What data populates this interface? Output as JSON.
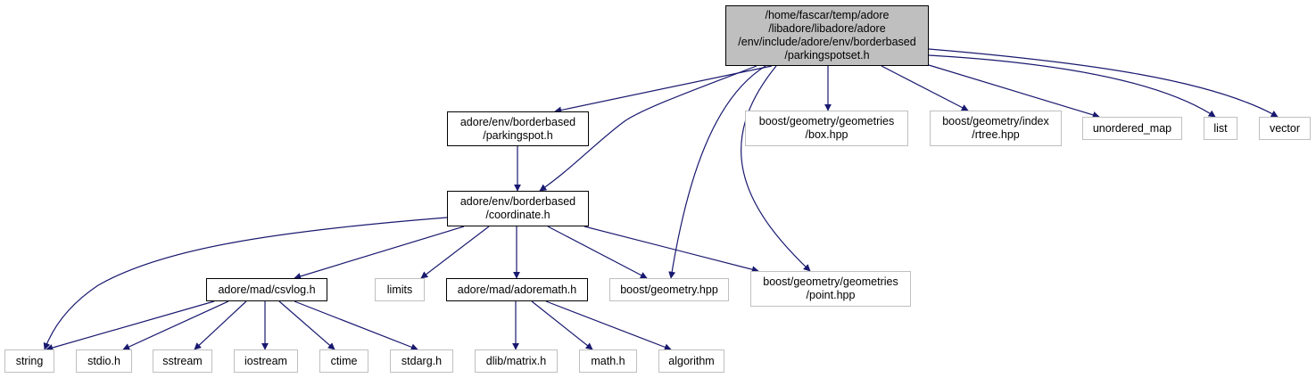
{
  "diagram": {
    "nodes": {
      "root": "/home/fascar/temp/adore\n/libadore/libadore/adore\n/env/include/adore/env/borderbased\n/parkingspotset.h",
      "parkingspot": "adore/env/borderbased\n/parkingspot.h",
      "coordinate": "adore/env/borderbased\n/coordinate.h",
      "box": "boost/geometry/geometries\n/box.hpp",
      "rtree": "boost/geometry/index\n/rtree.hpp",
      "unordered_map": "unordered_map",
      "list": "list",
      "vector": "vector",
      "csvlog": "adore/mad/csvlog.h",
      "limits": "limits",
      "adoremath": "adore/mad/adoremath.h",
      "geometry": "boost/geometry.hpp",
      "point": "boost/geometry/geometries\n/point.hpp",
      "string": "string",
      "stdio": "stdio.h",
      "sstream": "sstream",
      "iostream": "iostream",
      "ctime": "ctime",
      "stdarg": "stdarg.h",
      "dlib_matrix": "dlib/matrix.h",
      "math": "math.h",
      "algorithm": "algorithm"
    },
    "edges": [
      [
        "root",
        "parkingspot"
      ],
      [
        "root",
        "coordinate"
      ],
      [
        "root",
        "geometry"
      ],
      [
        "root",
        "point"
      ],
      [
        "root",
        "box"
      ],
      [
        "root",
        "rtree"
      ],
      [
        "root",
        "unordered_map"
      ],
      [
        "root",
        "list"
      ],
      [
        "root",
        "vector"
      ],
      [
        "parkingspot",
        "coordinate"
      ],
      [
        "coordinate",
        "string"
      ],
      [
        "coordinate",
        "csvlog"
      ],
      [
        "coordinate",
        "limits"
      ],
      [
        "coordinate",
        "adoremath"
      ],
      [
        "coordinate",
        "geometry"
      ],
      [
        "coordinate",
        "point"
      ],
      [
        "csvlog",
        "string"
      ],
      [
        "csvlog",
        "stdio"
      ],
      [
        "csvlog",
        "sstream"
      ],
      [
        "csvlog",
        "iostream"
      ],
      [
        "csvlog",
        "ctime"
      ],
      [
        "csvlog",
        "stdarg"
      ],
      [
        "adoremath",
        "dlib_matrix"
      ],
      [
        "adoremath",
        "math"
      ],
      [
        "adoremath",
        "algorithm"
      ]
    ],
    "colors": {
      "edge": "#191970",
      "root_fill": "#bfbfbf",
      "system_border": "#bfbfbf",
      "doc_border": "#000000"
    }
  }
}
